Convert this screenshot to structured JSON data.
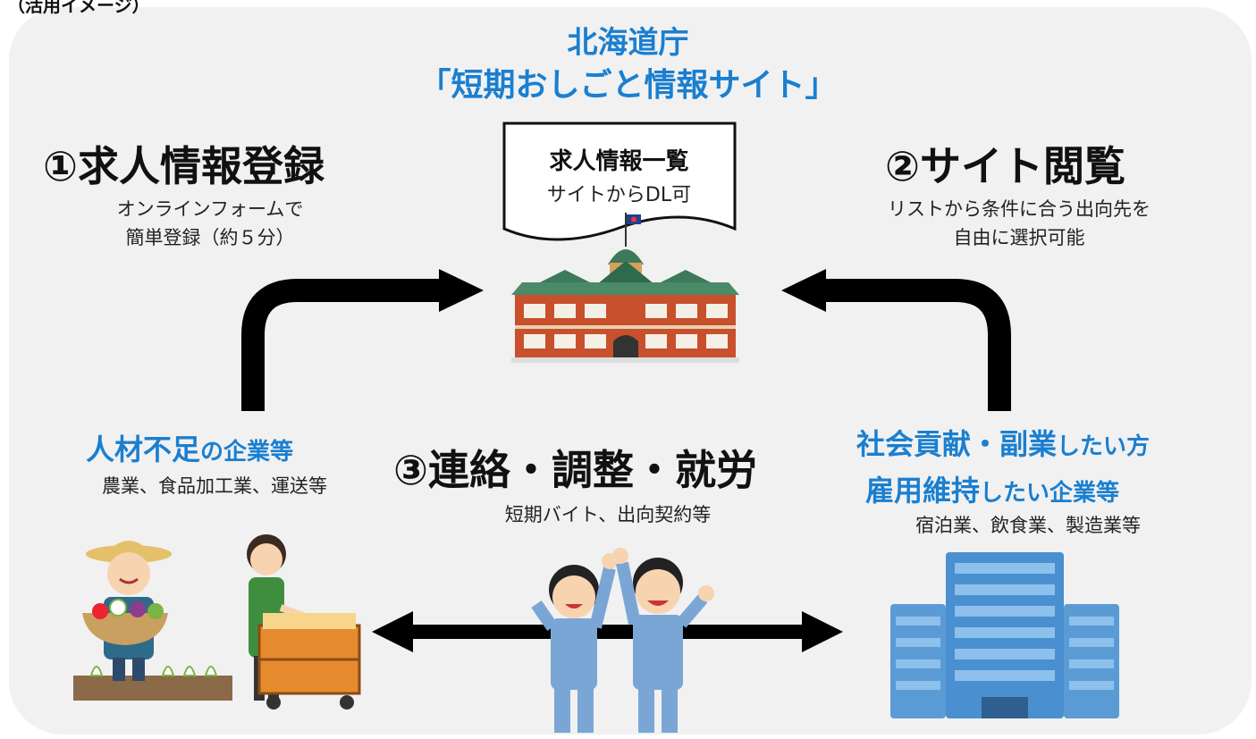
{
  "top_label": "（活用イメージ）",
  "title": {
    "line1": "北海道庁",
    "line2": "「短期おしごと情報サイト」"
  },
  "list_card": {
    "heading": "求人情報一覧",
    "sub": "サイトからDL可"
  },
  "step1": {
    "heading": "①求人情報登録",
    "desc_line1": "オンラインフォームで",
    "desc_line2": "簡単登録（約５分）"
  },
  "step2": {
    "heading": "②サイト閲覧",
    "desc_line1": "リストから条件に合う出向先を",
    "desc_line2": "自由に選択可能"
  },
  "step3": {
    "heading": "③連絡・調整・就労",
    "desc": "短期バイト、出向契約等"
  },
  "left_party": {
    "title_big": "人材不足",
    "title_small": "の企業等",
    "desc": "農業、食品加工業、運送等"
  },
  "right_party": {
    "line1_big": "社会貢献・副業",
    "line1_small": "したい方",
    "line2_big": "雇用維持",
    "line2_small": "したい企業等",
    "desc": "宿泊業、飲食業、製造業等"
  },
  "colors": {
    "accent_blue": "#1a7fd0",
    "panel_bg": "#f1f1f1",
    "arrow": "#000000",
    "brick": "#c8502d",
    "roof_green": "#3d7a5a",
    "building_blue": "#5b9bd5"
  },
  "icons": [
    "hokkaido-government-building-icon",
    "farmer-icon",
    "worker-with-cart-icon",
    "two-workers-cheering-icon",
    "office-building-icon"
  ]
}
